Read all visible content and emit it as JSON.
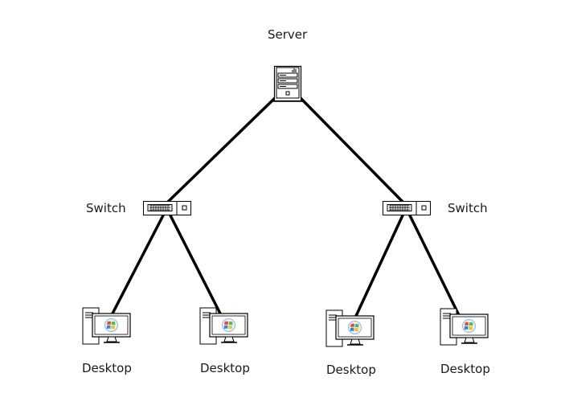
{
  "diagram": {
    "type": "network-topology",
    "nodes": [
      {
        "id": "server",
        "label": "Server",
        "icon": "server-icon"
      },
      {
        "id": "switch-left",
        "label": "Switch",
        "icon": "switch-icon"
      },
      {
        "id": "switch-right",
        "label": "Switch",
        "icon": "switch-icon"
      },
      {
        "id": "desktop-1",
        "label": "Desktop",
        "icon": "desktop-computer-icon"
      },
      {
        "id": "desktop-2",
        "label": "Desktop",
        "icon": "desktop-computer-icon"
      },
      {
        "id": "desktop-3",
        "label": "Desktop",
        "icon": "desktop-computer-icon"
      },
      {
        "id": "desktop-4",
        "label": "Desktop",
        "icon": "desktop-computer-icon"
      }
    ],
    "edges": [
      {
        "from": "server",
        "to": "switch-left"
      },
      {
        "from": "server",
        "to": "switch-right"
      },
      {
        "from": "switch-left",
        "to": "desktop-1"
      },
      {
        "from": "switch-left",
        "to": "desktop-2"
      },
      {
        "from": "switch-right",
        "to": "desktop-3"
      },
      {
        "from": "switch-right",
        "to": "desktop-4"
      }
    ],
    "colors": {
      "line": "#000000",
      "background": "#ffffff",
      "screen_logo_blue": "#2f86d6",
      "screen_logo_red": "#e8472f",
      "screen_logo_green": "#5cb84a",
      "screen_logo_yellow": "#f3c21d"
    }
  }
}
